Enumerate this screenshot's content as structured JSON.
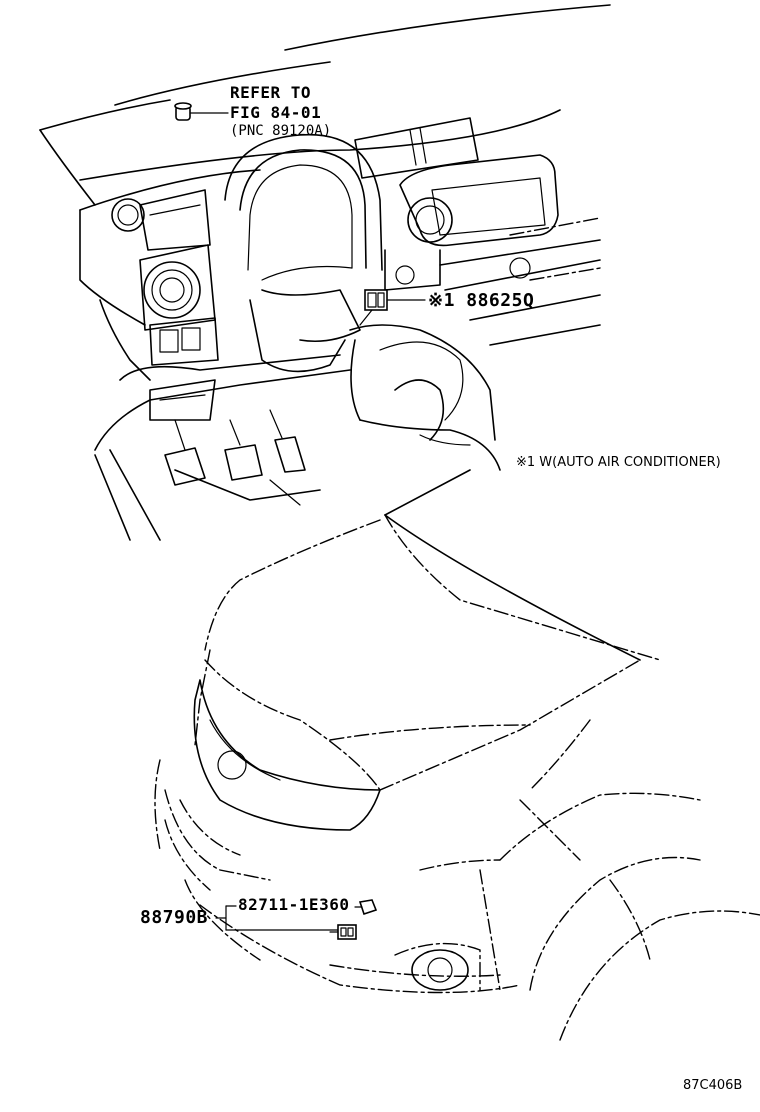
{
  "callouts": {
    "refer_line1": "REFER TO",
    "refer_line2": "FIG 84-01",
    "refer_line3": "(PNC 89120A)",
    "sensor_part": "※1 88625Q",
    "note": "※1 W(AUTO AIR CONDITIONER)",
    "assembly_part": "88790B",
    "clip_part": "82711-1E360",
    "figure_code": "87C406B"
  }
}
